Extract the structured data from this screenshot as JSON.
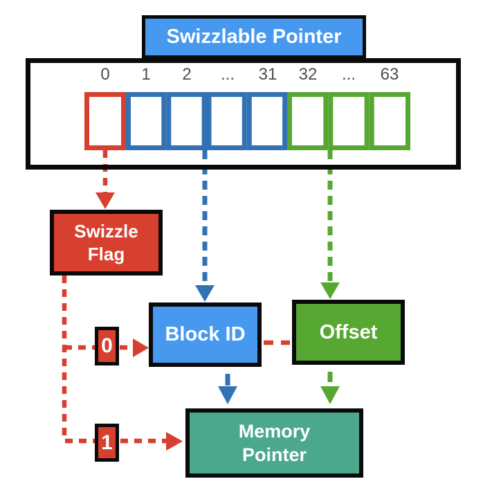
{
  "diagram": {
    "title": "Swizzlable Pointer",
    "bit_field": {
      "labels": [
        "0",
        "1",
        "2",
        "...",
        "31",
        "32",
        "...",
        "63"
      ],
      "regions": [
        {
          "name": "swizzle-flag-bit",
          "bits": "0",
          "color": "#d7402e"
        },
        {
          "name": "block-id-bits",
          "bits": "1-31",
          "color": "#3272b4"
        },
        {
          "name": "offset-bits",
          "bits": "32-63",
          "color": "#57a832"
        }
      ]
    },
    "nodes": {
      "swizzle_flag": {
        "line1": "Swizzle",
        "line2": "Flag",
        "color": "#d7402e"
      },
      "block_id": {
        "label": "Block ID",
        "color": "#4799f0"
      },
      "offset": {
        "label": "Offset",
        "color": "#57a832"
      },
      "memory_pointer": {
        "line1": "Memory",
        "line2": "Pointer",
        "color": "#4ba88c"
      }
    },
    "flag_values": {
      "zero": "0",
      "one": "1"
    },
    "edges": [
      {
        "from": "bit-0",
        "to": "swizzle-flag",
        "style": "dashed",
        "color": "#d7402e"
      },
      {
        "from": "bits-1-31",
        "to": "block-id",
        "style": "dashed",
        "color": "#3272b4"
      },
      {
        "from": "bits-32-63",
        "to": "offset",
        "style": "dashed",
        "color": "#57a832"
      },
      {
        "from": "swizzle-flag",
        "to": "block-id",
        "label": "0",
        "style": "dashed",
        "color": "#d7402e"
      },
      {
        "from": "swizzle-flag",
        "to": "memory-pointer",
        "label": "1",
        "style": "dashed",
        "color": "#d7402e"
      },
      {
        "from": "block-id",
        "to": "offset",
        "style": "dashed",
        "color": "#d7402e"
      },
      {
        "from": "block-id",
        "to": "memory-pointer",
        "style": "dashed",
        "color": "#3272b4"
      },
      {
        "from": "offset",
        "to": "memory-pointer",
        "style": "dashed",
        "color": "#57a832"
      }
    ]
  }
}
